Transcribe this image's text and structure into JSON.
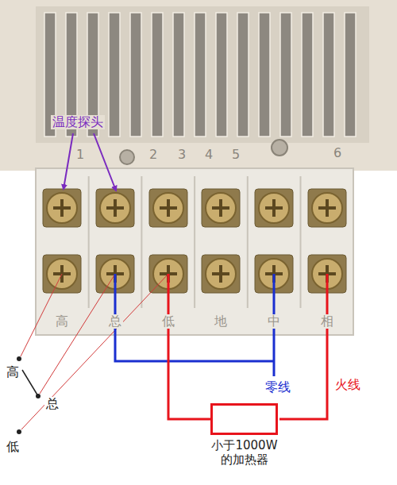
{
  "diagram": {
    "nodes": [
      {
        "text": [
          "小于1000W 的加热器"
        ]
      }
    ],
    "labels": [
      "温度探头",
      "1",
      "2",
      "3",
      "4",
      "5",
      "6",
      "高",
      "总",
      "低",
      "地",
      "中",
      "相",
      "高",
      "总",
      "低",
      "零线",
      "火线"
    ]
  }
}
